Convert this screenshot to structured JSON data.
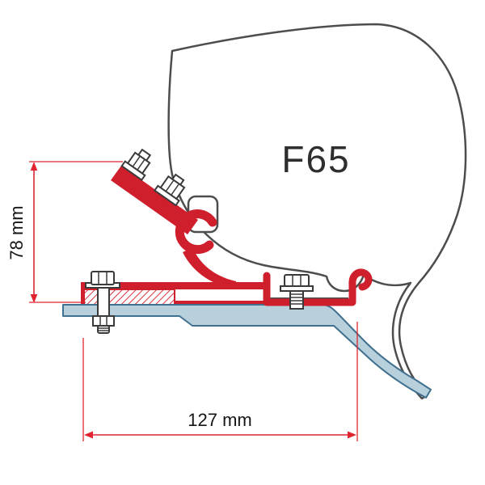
{
  "labels": {
    "product": "F65",
    "height": "78 mm",
    "width": "127 mm"
  },
  "colors": {
    "background": "#ffffff",
    "awning_outline": "#4d4d4d",
    "bracket_red": "#cf1f2d",
    "dimension_red": "#e02531",
    "plate_fill": "#b8cfdc",
    "plate_stroke": "#41718f",
    "hardware_stroke": "#3a3a3a",
    "label_color": "#151515",
    "brand_label_color": "#2e2e2e"
  }
}
